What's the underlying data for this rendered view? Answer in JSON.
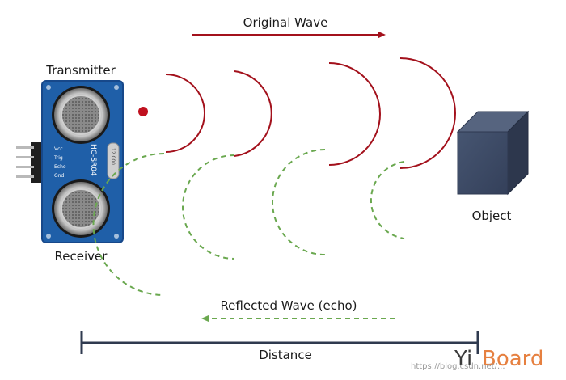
{
  "labels": {
    "original_wave": "Original Wave",
    "transmitter": "Transmitter",
    "receiver": "Receiver",
    "object": "Object",
    "reflected_wave": "Reflected Wave (echo)",
    "distance": "Distance"
  },
  "sensor": {
    "model": "HC-SR04",
    "pins": [
      "Vcc",
      "Trig",
      "Echo",
      "Gnd"
    ],
    "crystal": "12.000"
  },
  "watermark": {
    "logo_y": "Yi",
    "logo_rest": "Board",
    "url": "https://blog.csdn.net/..."
  },
  "colors": {
    "wave": "#a3111c",
    "echo": "#6aa84f",
    "object": "#3c4a63",
    "line": "#2f3a4f",
    "board": "#1f5fa8"
  }
}
